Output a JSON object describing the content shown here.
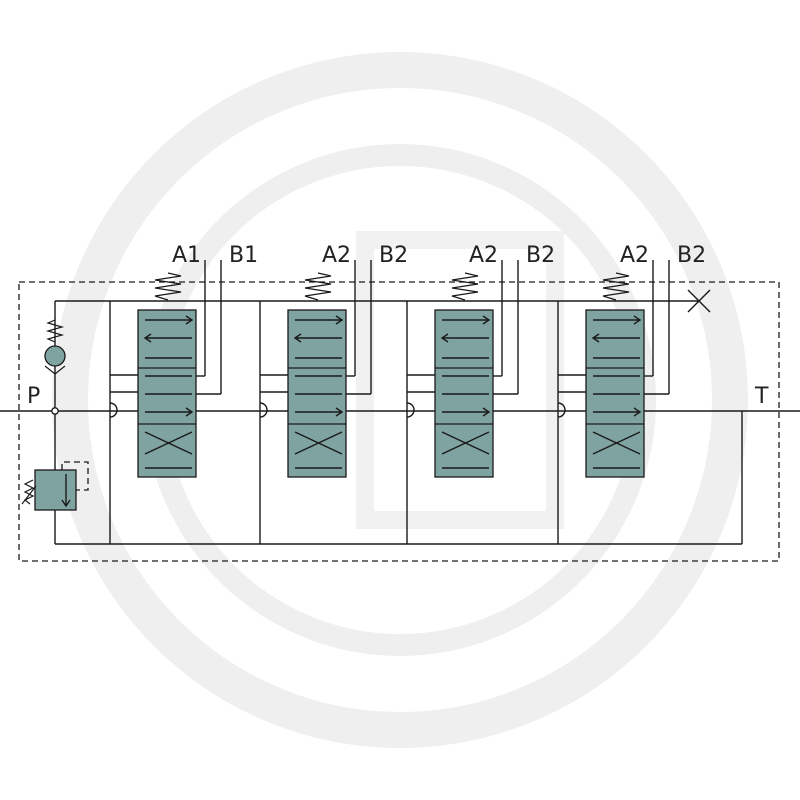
{
  "watermark": {
    "color": "#ececec",
    "shape": "circle-logo"
  },
  "colors": {
    "spool": "#7fa3a0",
    "line": "#1a1a1a",
    "background": "#ffffff"
  },
  "ports": {
    "pressure": "P",
    "tank": "T"
  },
  "sections": [
    {
      "port_a": "A1",
      "port_b": "B1"
    },
    {
      "port_a": "A2",
      "port_b": "B2"
    },
    {
      "port_a": "A2",
      "port_b": "B2"
    },
    {
      "port_a": "A2",
      "port_b": "B2"
    }
  ]
}
